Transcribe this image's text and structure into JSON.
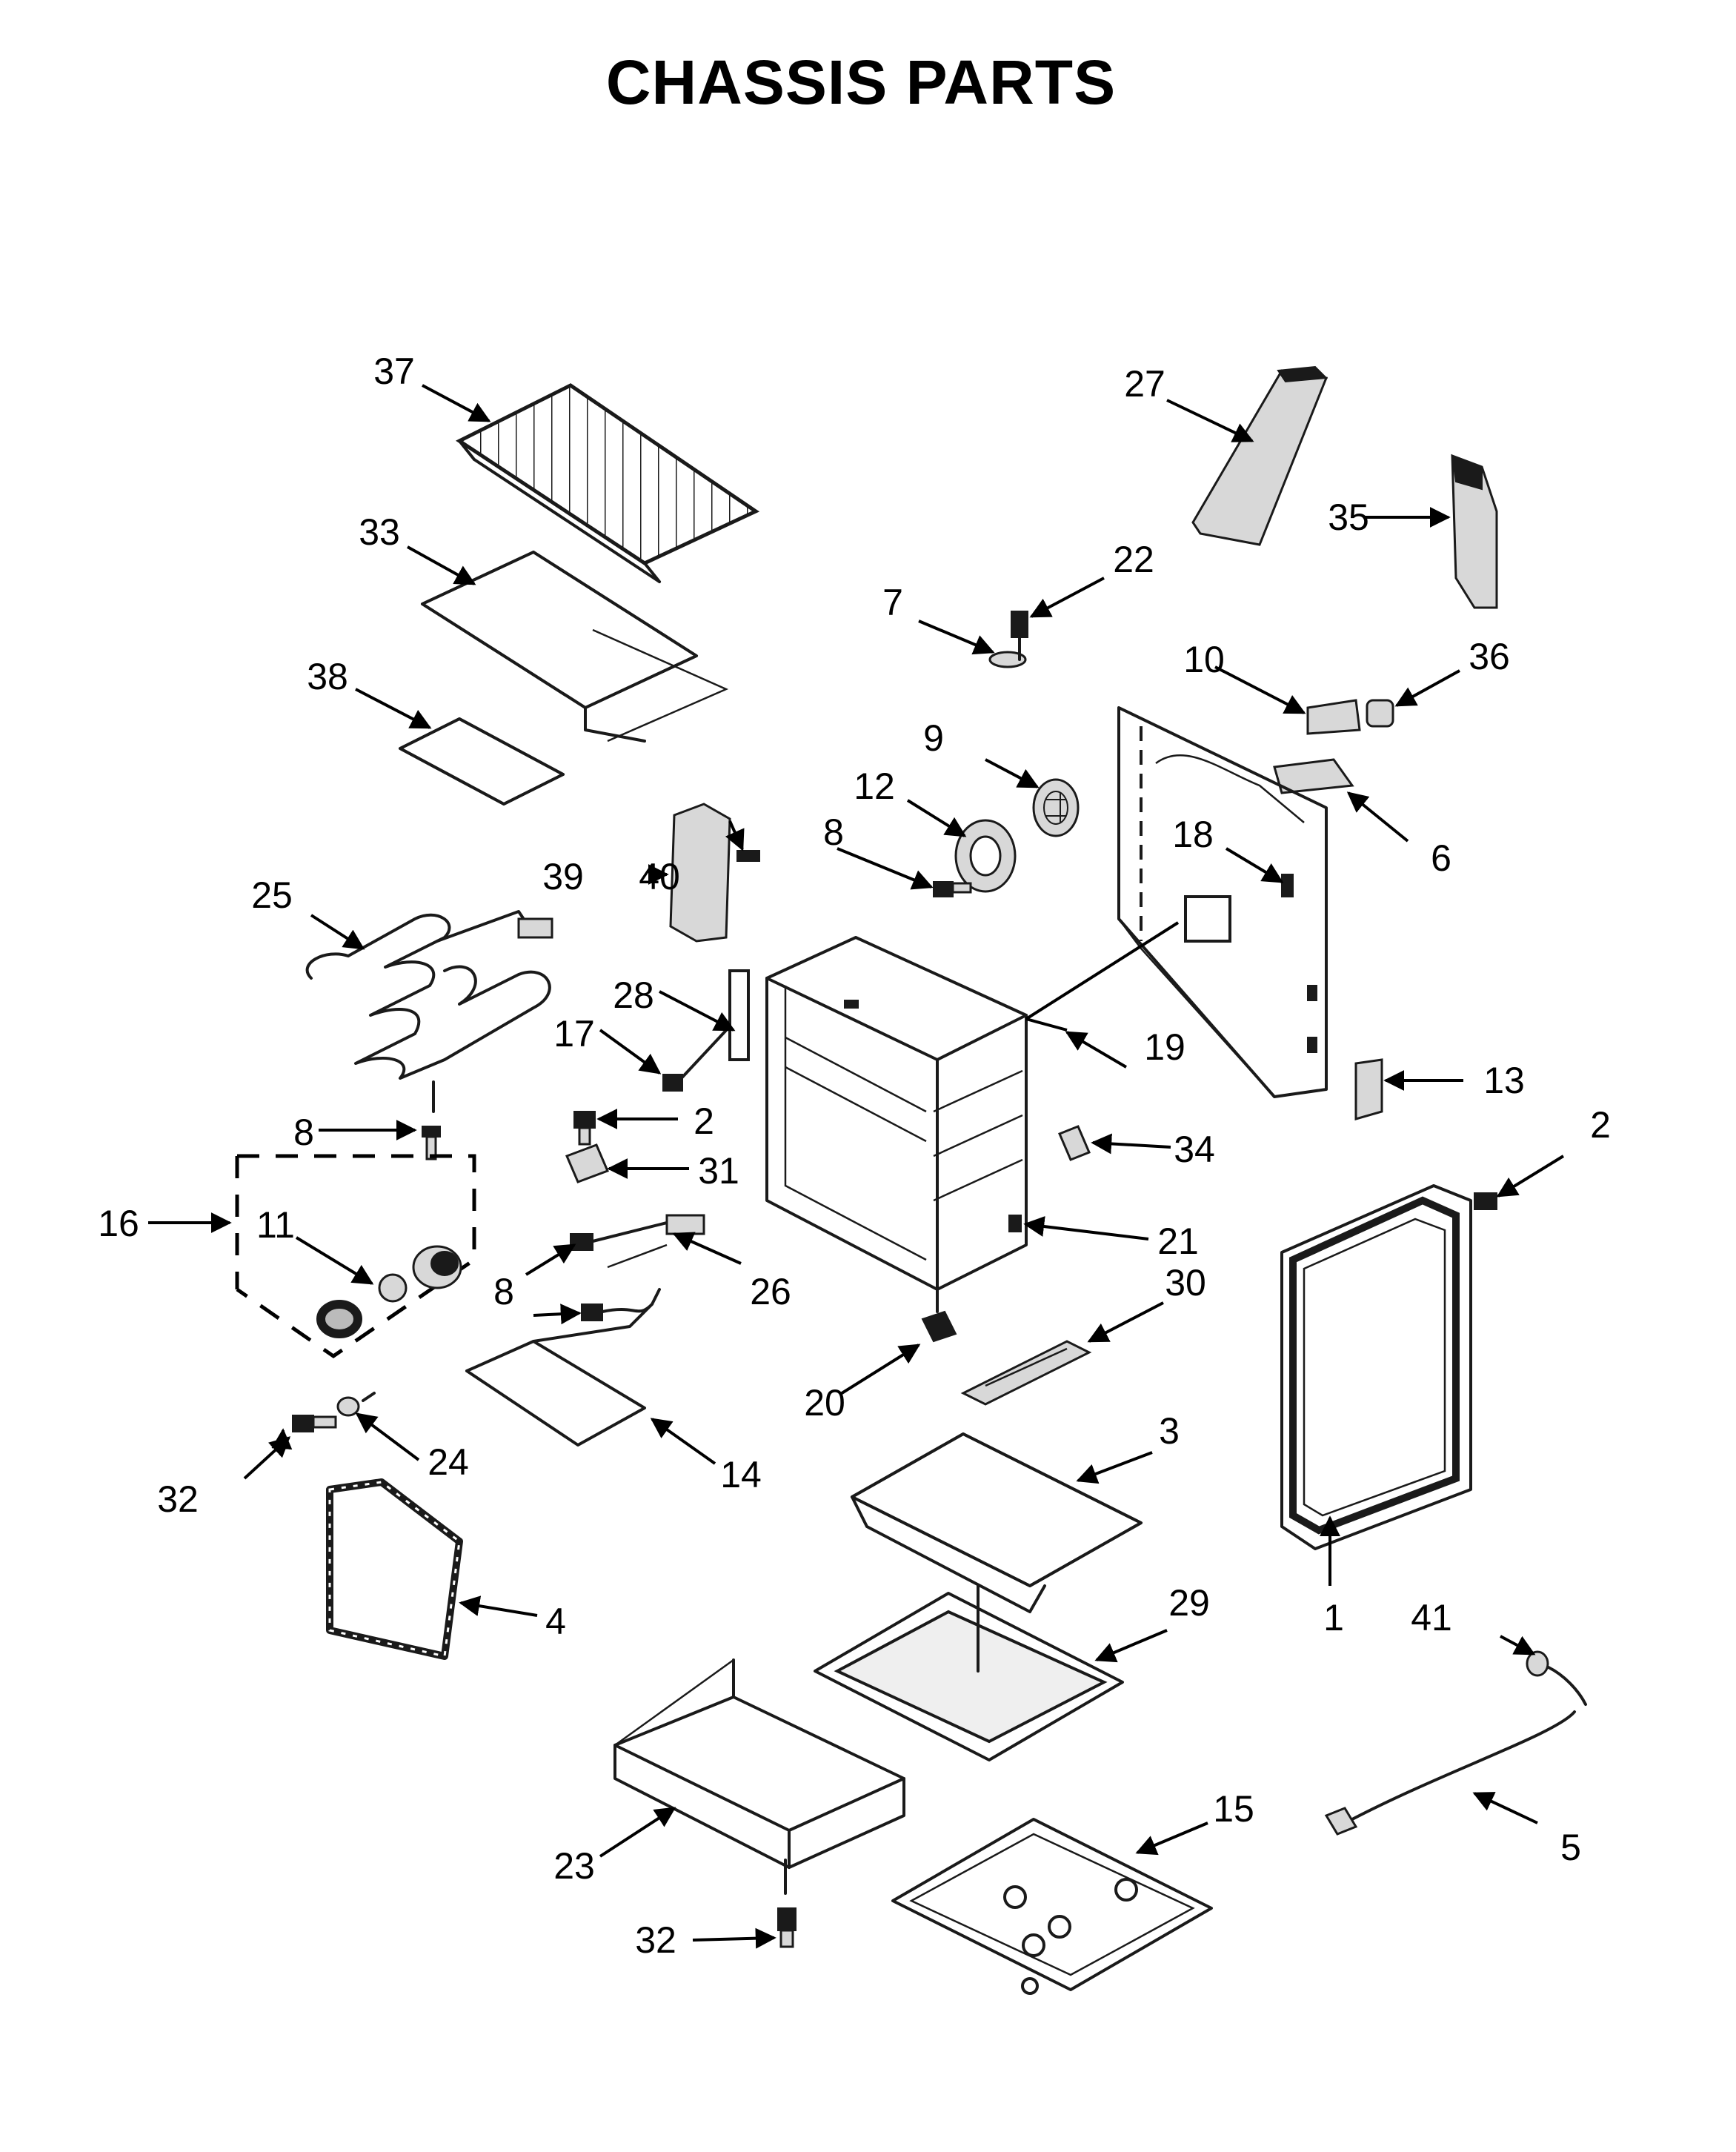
{
  "title": "CHASSIS PARTS",
  "callouts": {
    "c1": "1",
    "c2a": "2",
    "c2b": "2",
    "c3": "3",
    "c4": "4",
    "c5": "5",
    "c6": "6",
    "c7": "7",
    "c8a": "8",
    "c8b": "8",
    "c8c": "8",
    "c9": "9",
    "c10": "10",
    "c11": "11",
    "c12": "12",
    "c13": "13",
    "c14": "14",
    "c15": "15",
    "c16": "16",
    "c17": "17",
    "c18": "18",
    "c19": "19",
    "c20": "20",
    "c21": "21",
    "c22": "22",
    "c23": "23",
    "c24": "24",
    "c25": "25",
    "c26": "26",
    "c27": "27",
    "c28": "28",
    "c29": "29",
    "c30": "30",
    "c31": "31",
    "c32a": "32",
    "c32b": "32",
    "c33": "33",
    "c34": "34",
    "c35": "35",
    "c36": "36",
    "c37": "37",
    "c38": "38",
    "c39": "39",
    "c40": "40",
    "c41": "41"
  }
}
